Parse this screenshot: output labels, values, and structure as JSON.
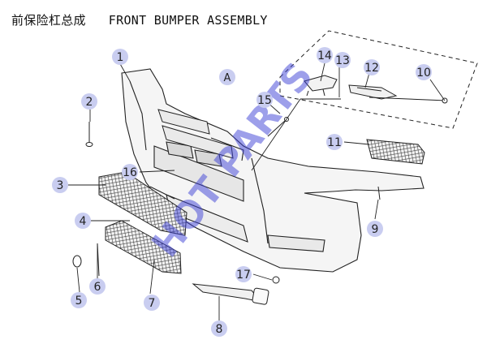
{
  "title": "前保险杠总成   FRONT BUMPER ASSEMBLY",
  "view_marker": "A",
  "watermark": "HOT PARTS",
  "callouts": [
    {
      "id": "c1",
      "num": "1"
    },
    {
      "id": "c2",
      "num": "2"
    },
    {
      "id": "c3",
      "num": "3"
    },
    {
      "id": "c4",
      "num": "4"
    },
    {
      "id": "c5",
      "num": "5"
    },
    {
      "id": "c6",
      "num": "6"
    },
    {
      "id": "c7",
      "num": "7"
    },
    {
      "id": "c8",
      "num": "8"
    },
    {
      "id": "c9",
      "num": "9"
    },
    {
      "id": "c10",
      "num": "10"
    },
    {
      "id": "c11",
      "num": "11"
    },
    {
      "id": "c12",
      "num": "12"
    },
    {
      "id": "c13",
      "num": "13"
    },
    {
      "id": "c14",
      "num": "14"
    },
    {
      "id": "c15",
      "num": "15"
    },
    {
      "id": "c16",
      "num": "16"
    },
    {
      "id": "c17",
      "num": "17"
    }
  ],
  "colors": {
    "callout_fill": "#c9cdf0",
    "line": "#2a2a2a",
    "watermark": "#3b3fd6"
  }
}
